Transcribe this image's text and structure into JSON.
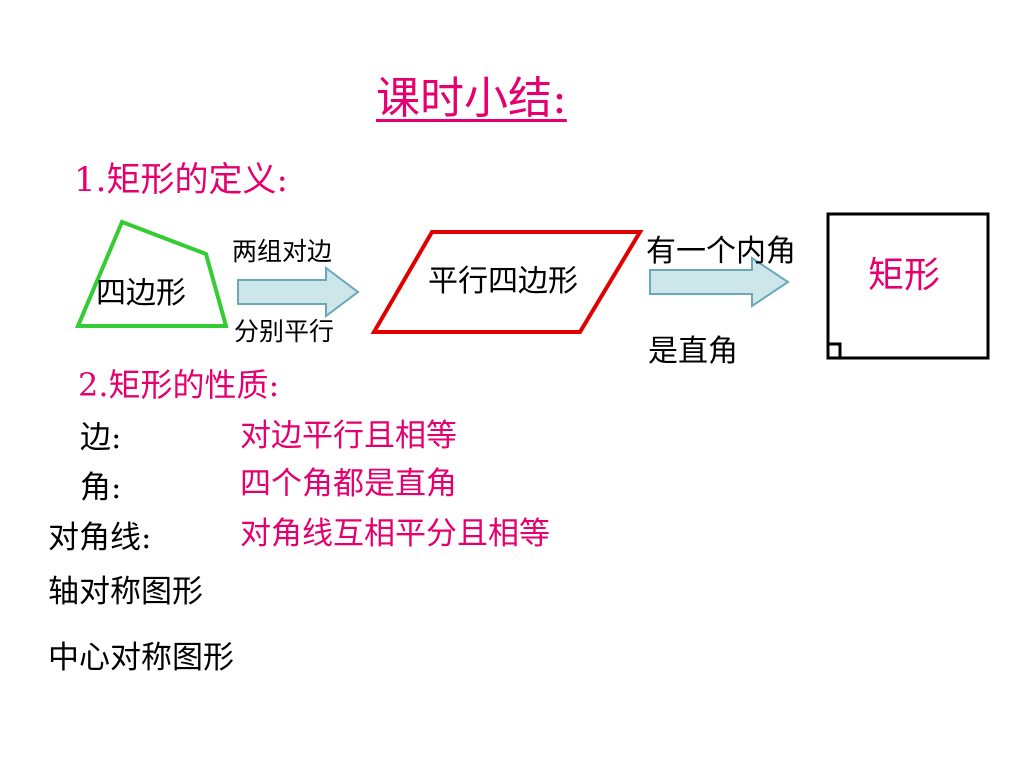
{
  "title": "课时小结:",
  "section1": {
    "heading": "1.矩形的定义:",
    "quadrilateral": "四边形",
    "arrow1_top": "两组对边",
    "arrow1_bottom": "分别平行",
    "parallelogram": "平行四边形",
    "arrow2_top": "有一个内角",
    "arrow2_bottom": "是直角",
    "rectangle": "矩形"
  },
  "section2": {
    "heading": "2.矩形的性质:",
    "properties": [
      {
        "name": "边:",
        "value": "对边平行且相等"
      },
      {
        "name": "角:",
        "value": "四个角都是直角"
      },
      {
        "name": "对角线:",
        "value": "对角线互相平分且相等"
      }
    ],
    "extra": [
      "轴对称图形",
      "中心对称图形"
    ]
  },
  "colors": {
    "accent": "#e6006f",
    "quad_stroke": "#33cc33",
    "para_stroke": "#e00000",
    "arrow_fill": "#cce6ea",
    "arrow_stroke": "#6aa8b8"
  }
}
